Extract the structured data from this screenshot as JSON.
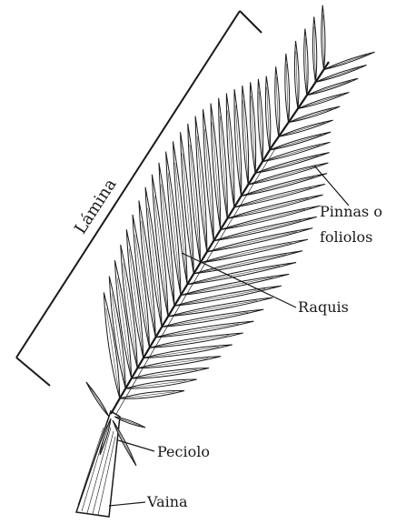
{
  "labels": {
    "lamina": "Lámina",
    "pinnas_line1": "Pinnas o",
    "pinnas_line2": "foliolos",
    "raquis": "Raquis",
    "peciolo": "Peciolo",
    "vaina": "Vaina"
  },
  "colors": {
    "ink": "#1a1a1a",
    "background": "#ffffff"
  }
}
